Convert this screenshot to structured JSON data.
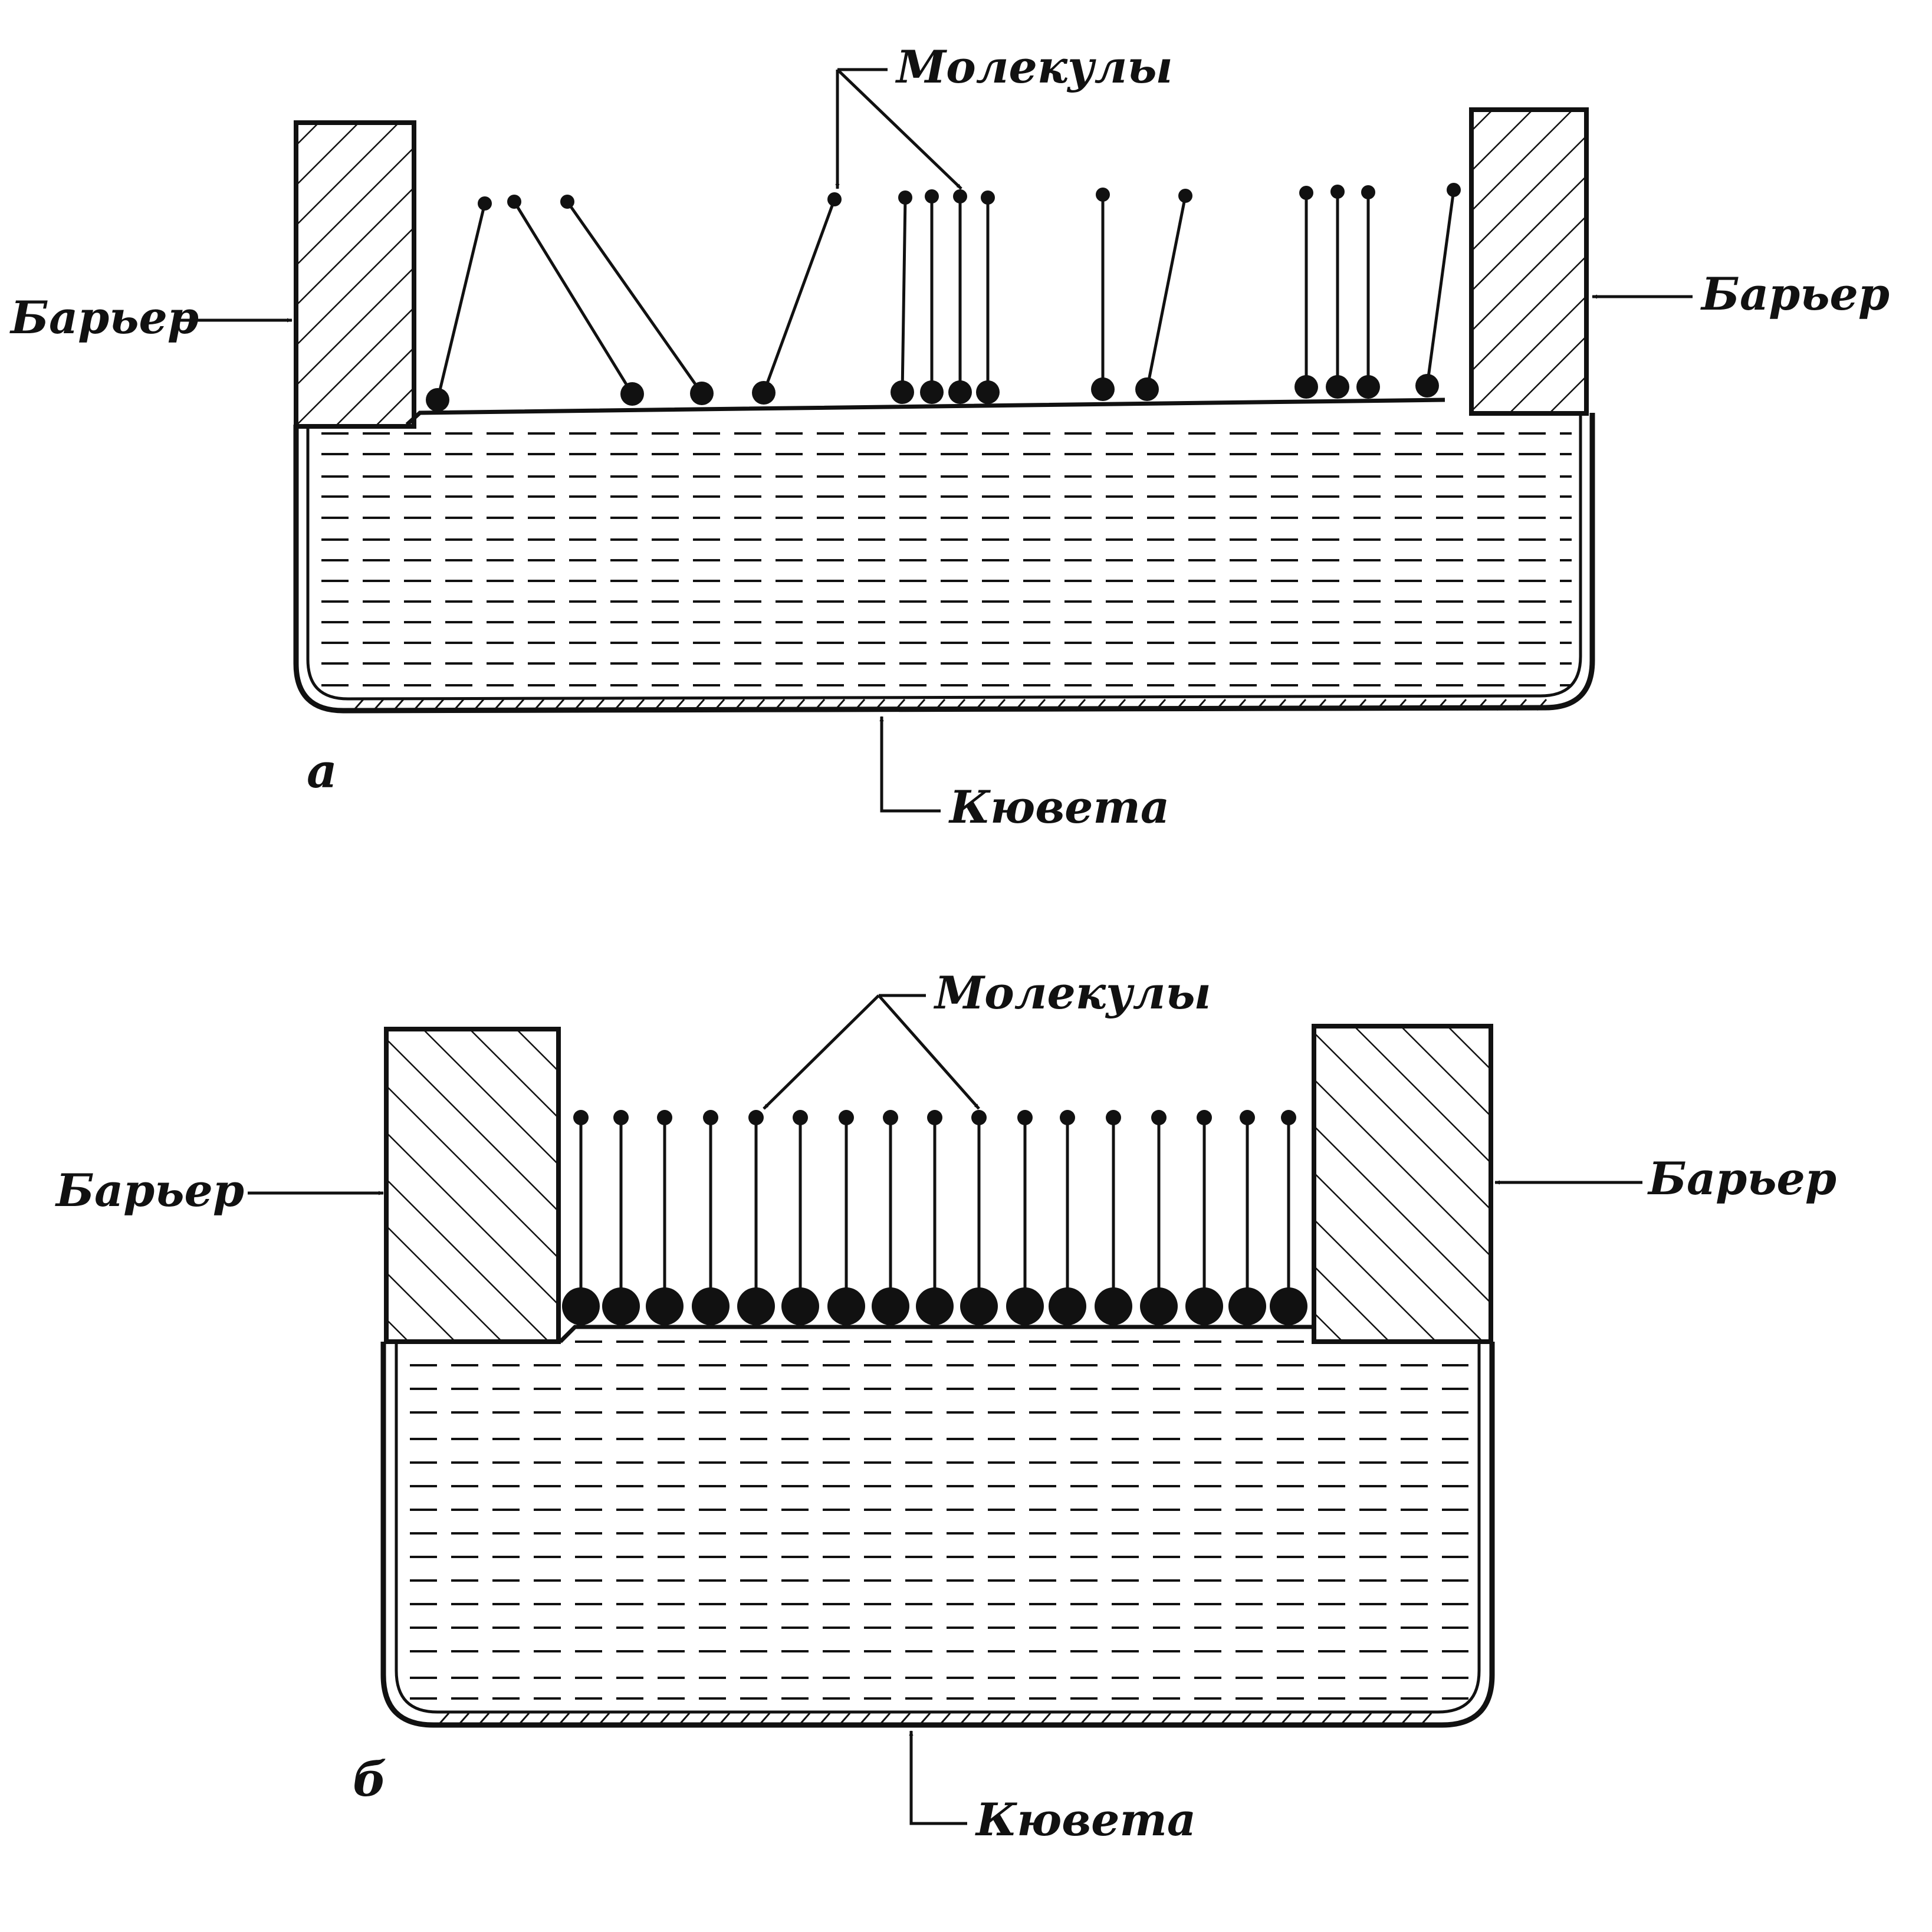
{
  "colors": {
    "ink": "#111111",
    "paper": "#ffffff"
  },
  "panel_a": {
    "letter": "а",
    "molecules_label": "Молекулы",
    "barrier_left_label": "Барьер",
    "barrier_right_label": "Барьер",
    "trough_label": "Кювета"
  },
  "panel_b": {
    "letter": "б",
    "molecules_label": "Молекулы",
    "barrier_left_label": "Барьер",
    "barrier_right_label": "Барьер",
    "trough_label": "Кювета"
  }
}
